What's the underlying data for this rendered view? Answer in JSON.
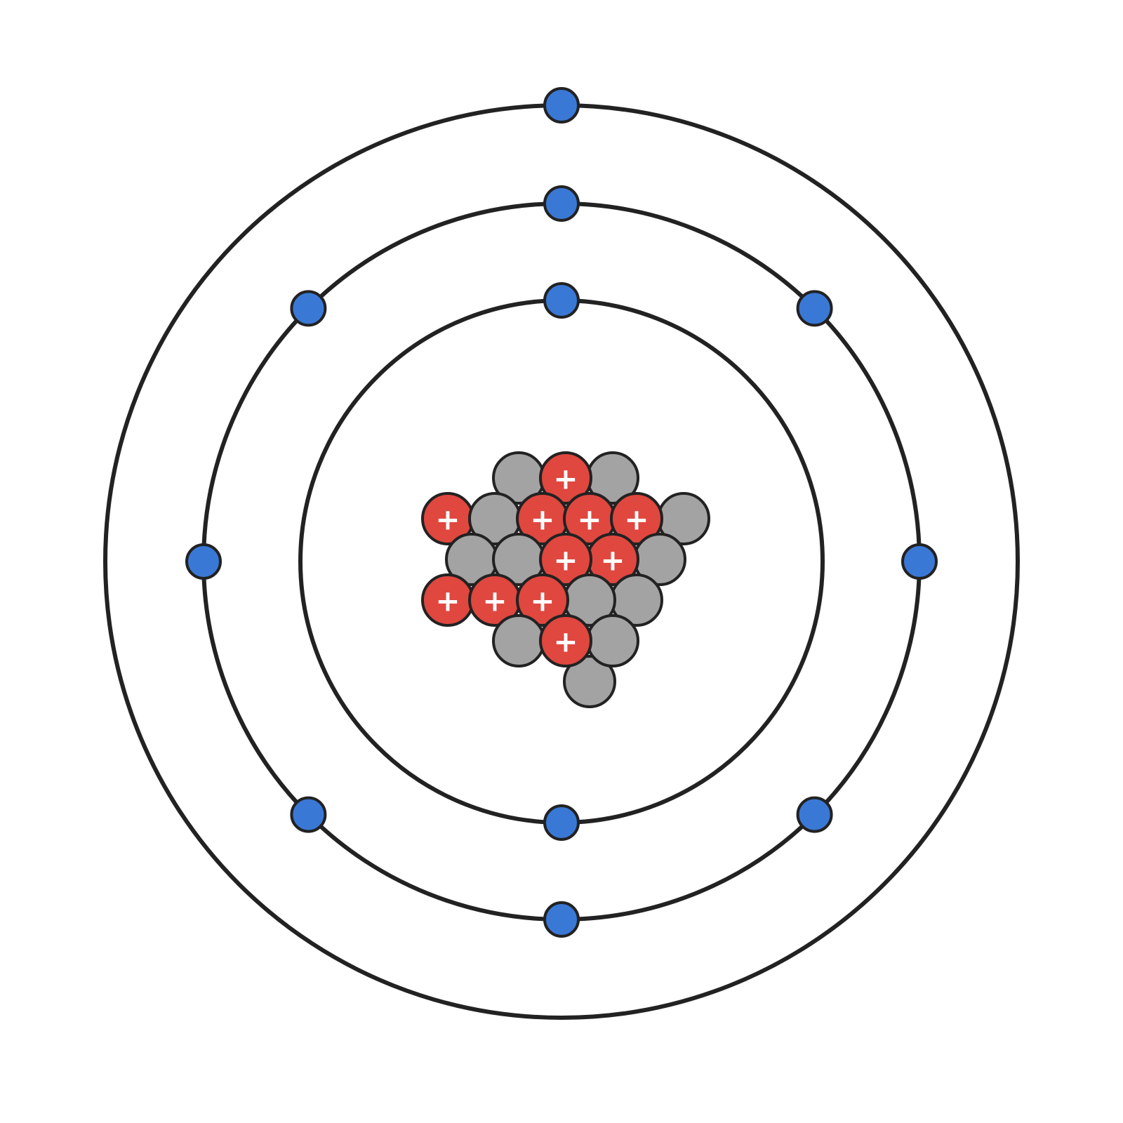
{
  "diagram": {
    "type": "bohr-atom-model",
    "colors": {
      "background": "#ffffff",
      "shell_stroke": "#222222",
      "electron": "#3a78d6",
      "proton": "#e0473f",
      "neutron": "#a3a3a3",
      "proton_sign": "#ffffff"
    },
    "shells": [
      {
        "name": "shell-1",
        "electron_count": 2
      },
      {
        "name": "shell-2",
        "electron_count": 8
      },
      {
        "name": "shell-3",
        "electron_count": 1
      }
    ],
    "nucleus": {
      "proton_count": 11,
      "neutron_count": 12,
      "proton_symbol": "+"
    }
  }
}
